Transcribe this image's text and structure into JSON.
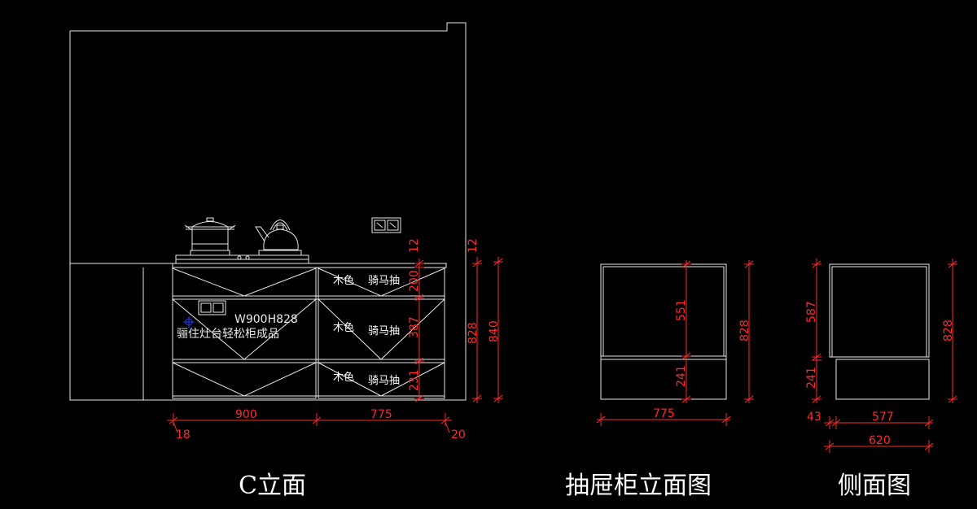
{
  "colors": {
    "background": "#000000",
    "lines": "#e8e8e8",
    "dimensions": "#ff2a2a",
    "snap_marker": "#2a3cff"
  },
  "titles": {
    "elevation_c": "C立面",
    "drawer_cabinet": "抽屉柜立面图",
    "side_view": "侧面图"
  },
  "cabinet_notes": {
    "size": "W900H828",
    "description": "骊住灶台轻松柜成品"
  },
  "drawer_labels": [
    {
      "material": "木色",
      "type": "骑马抽"
    },
    {
      "material": "木色",
      "type": "骑马抽"
    },
    {
      "material": "木色",
      "type": "骑马抽"
    }
  ],
  "dimensions": {
    "c_elevation": {
      "width_left": "900",
      "width_right": "775",
      "end_left": "18",
      "end_right": "20",
      "drawer_1": "200",
      "drawer_2": "387",
      "drawer_3": "231",
      "top_gap": "12",
      "top_gap_2": "12",
      "height_828": "828",
      "height_840": "840"
    },
    "drawer_cabinet": {
      "width": "775",
      "upper": "551",
      "lower": "241",
      "total": "828"
    },
    "side": {
      "left_offset": "43",
      "depth": "577",
      "overall": "620",
      "upper": "587",
      "lower": "241",
      "total": "828"
    }
  },
  "icons": [
    "pot-icon",
    "kettle-icon",
    "socket-icon",
    "snap-marker-icon"
  ]
}
